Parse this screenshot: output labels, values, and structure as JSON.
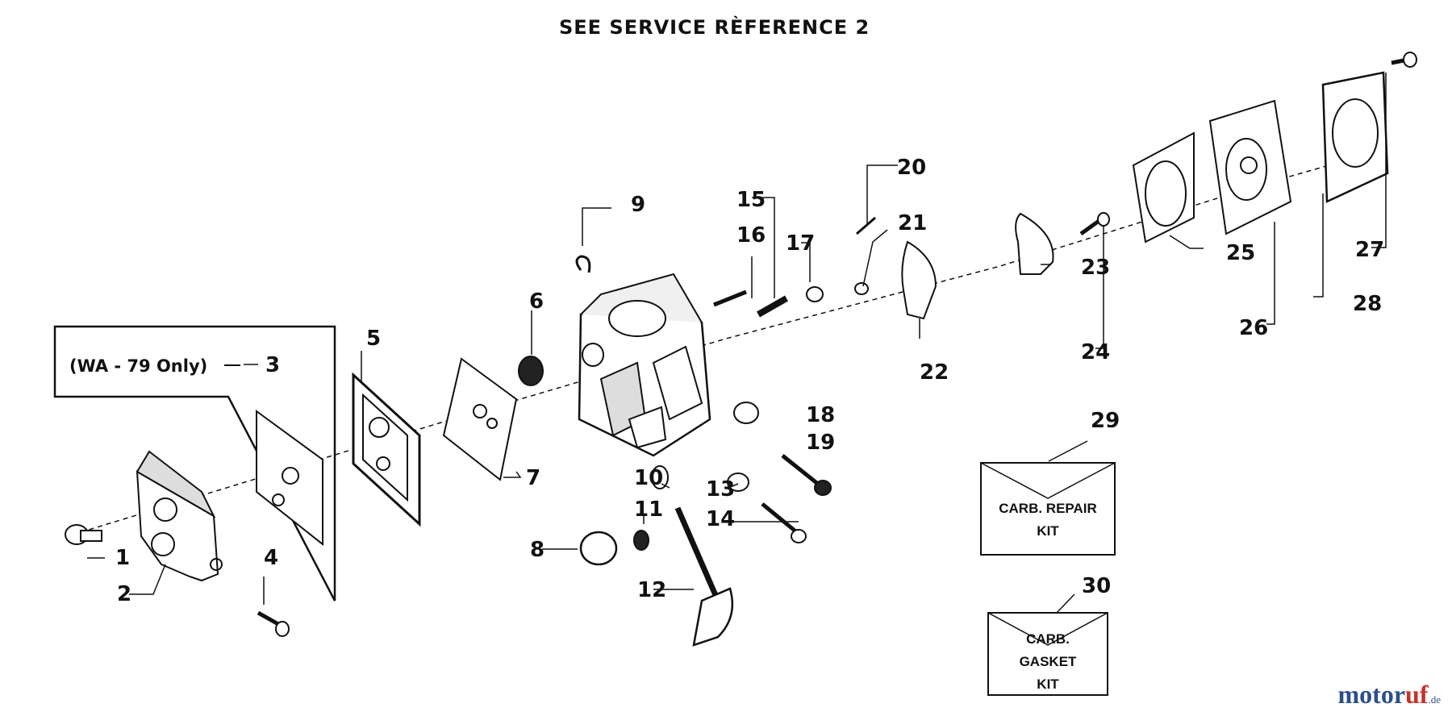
{
  "title": "SEE SERVICE RÈFERENCE 2",
  "note": "(WA - 79 Only)",
  "callouts": [
    "1",
    "2",
    "3",
    "4",
    "5",
    "6",
    "7",
    "8",
    "9",
    "10",
    "11",
    "12",
    "13",
    "14",
    "15",
    "16",
    "17",
    "18",
    "19",
    "20",
    "21",
    "22",
    "23",
    "24",
    "25",
    "26",
    "27",
    "28",
    "29",
    "30"
  ],
  "kits": {
    "repair": [
      "CARB. REPAIR",
      "KIT"
    ],
    "gasket": [
      "CARB.",
      "GASKET",
      "KIT"
    ]
  },
  "watermark": {
    "main": "motor",
    "accent": "uf",
    "suffix": ".de"
  },
  "colors": {
    "ink": "#111111",
    "paper": "#ffffff",
    "brand_blue": "#2b4f8a",
    "brand_red": "#c8312b"
  }
}
